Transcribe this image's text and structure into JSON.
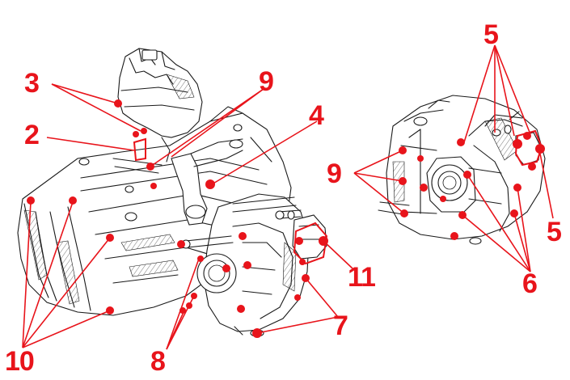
{
  "colors": {
    "accent": "#e8141b",
    "ink": "#1a1a1a"
  },
  "callouts": {
    "c2": "2",
    "c3": "3",
    "c4": "4",
    "c5_top": "5",
    "c5_right": "5",
    "c6": "6",
    "c7": "7",
    "c8": "8",
    "c9_left": "9",
    "c9_right": "9",
    "c10": "10",
    "c11": "11"
  }
}
